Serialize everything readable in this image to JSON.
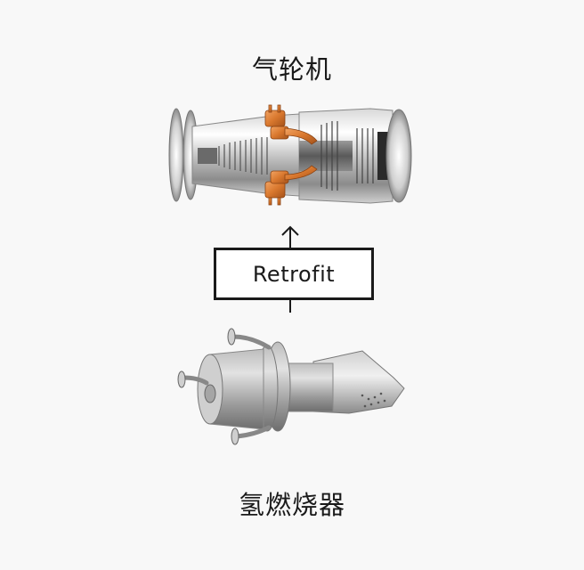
{
  "diagram": {
    "top": {
      "title": "气轮机",
      "image_alt": "gas-turbine-cutaway",
      "accent_color": "#d9782e"
    },
    "process": {
      "label": "Retrofit",
      "arrow_direction": "up"
    },
    "bottom": {
      "title": "氢燃烧器",
      "image_alt": "hydrogen-burner"
    }
  },
  "colors": {
    "background": "#f8f8f8",
    "text": "#1a1a1a",
    "box_border": "#1a1a1a",
    "box_fill": "#ffffff",
    "metal_light": "#e6e6e6",
    "metal_mid": "#a8a8a8",
    "metal_dark": "#4a4a4a",
    "copper": "#d9782e"
  }
}
